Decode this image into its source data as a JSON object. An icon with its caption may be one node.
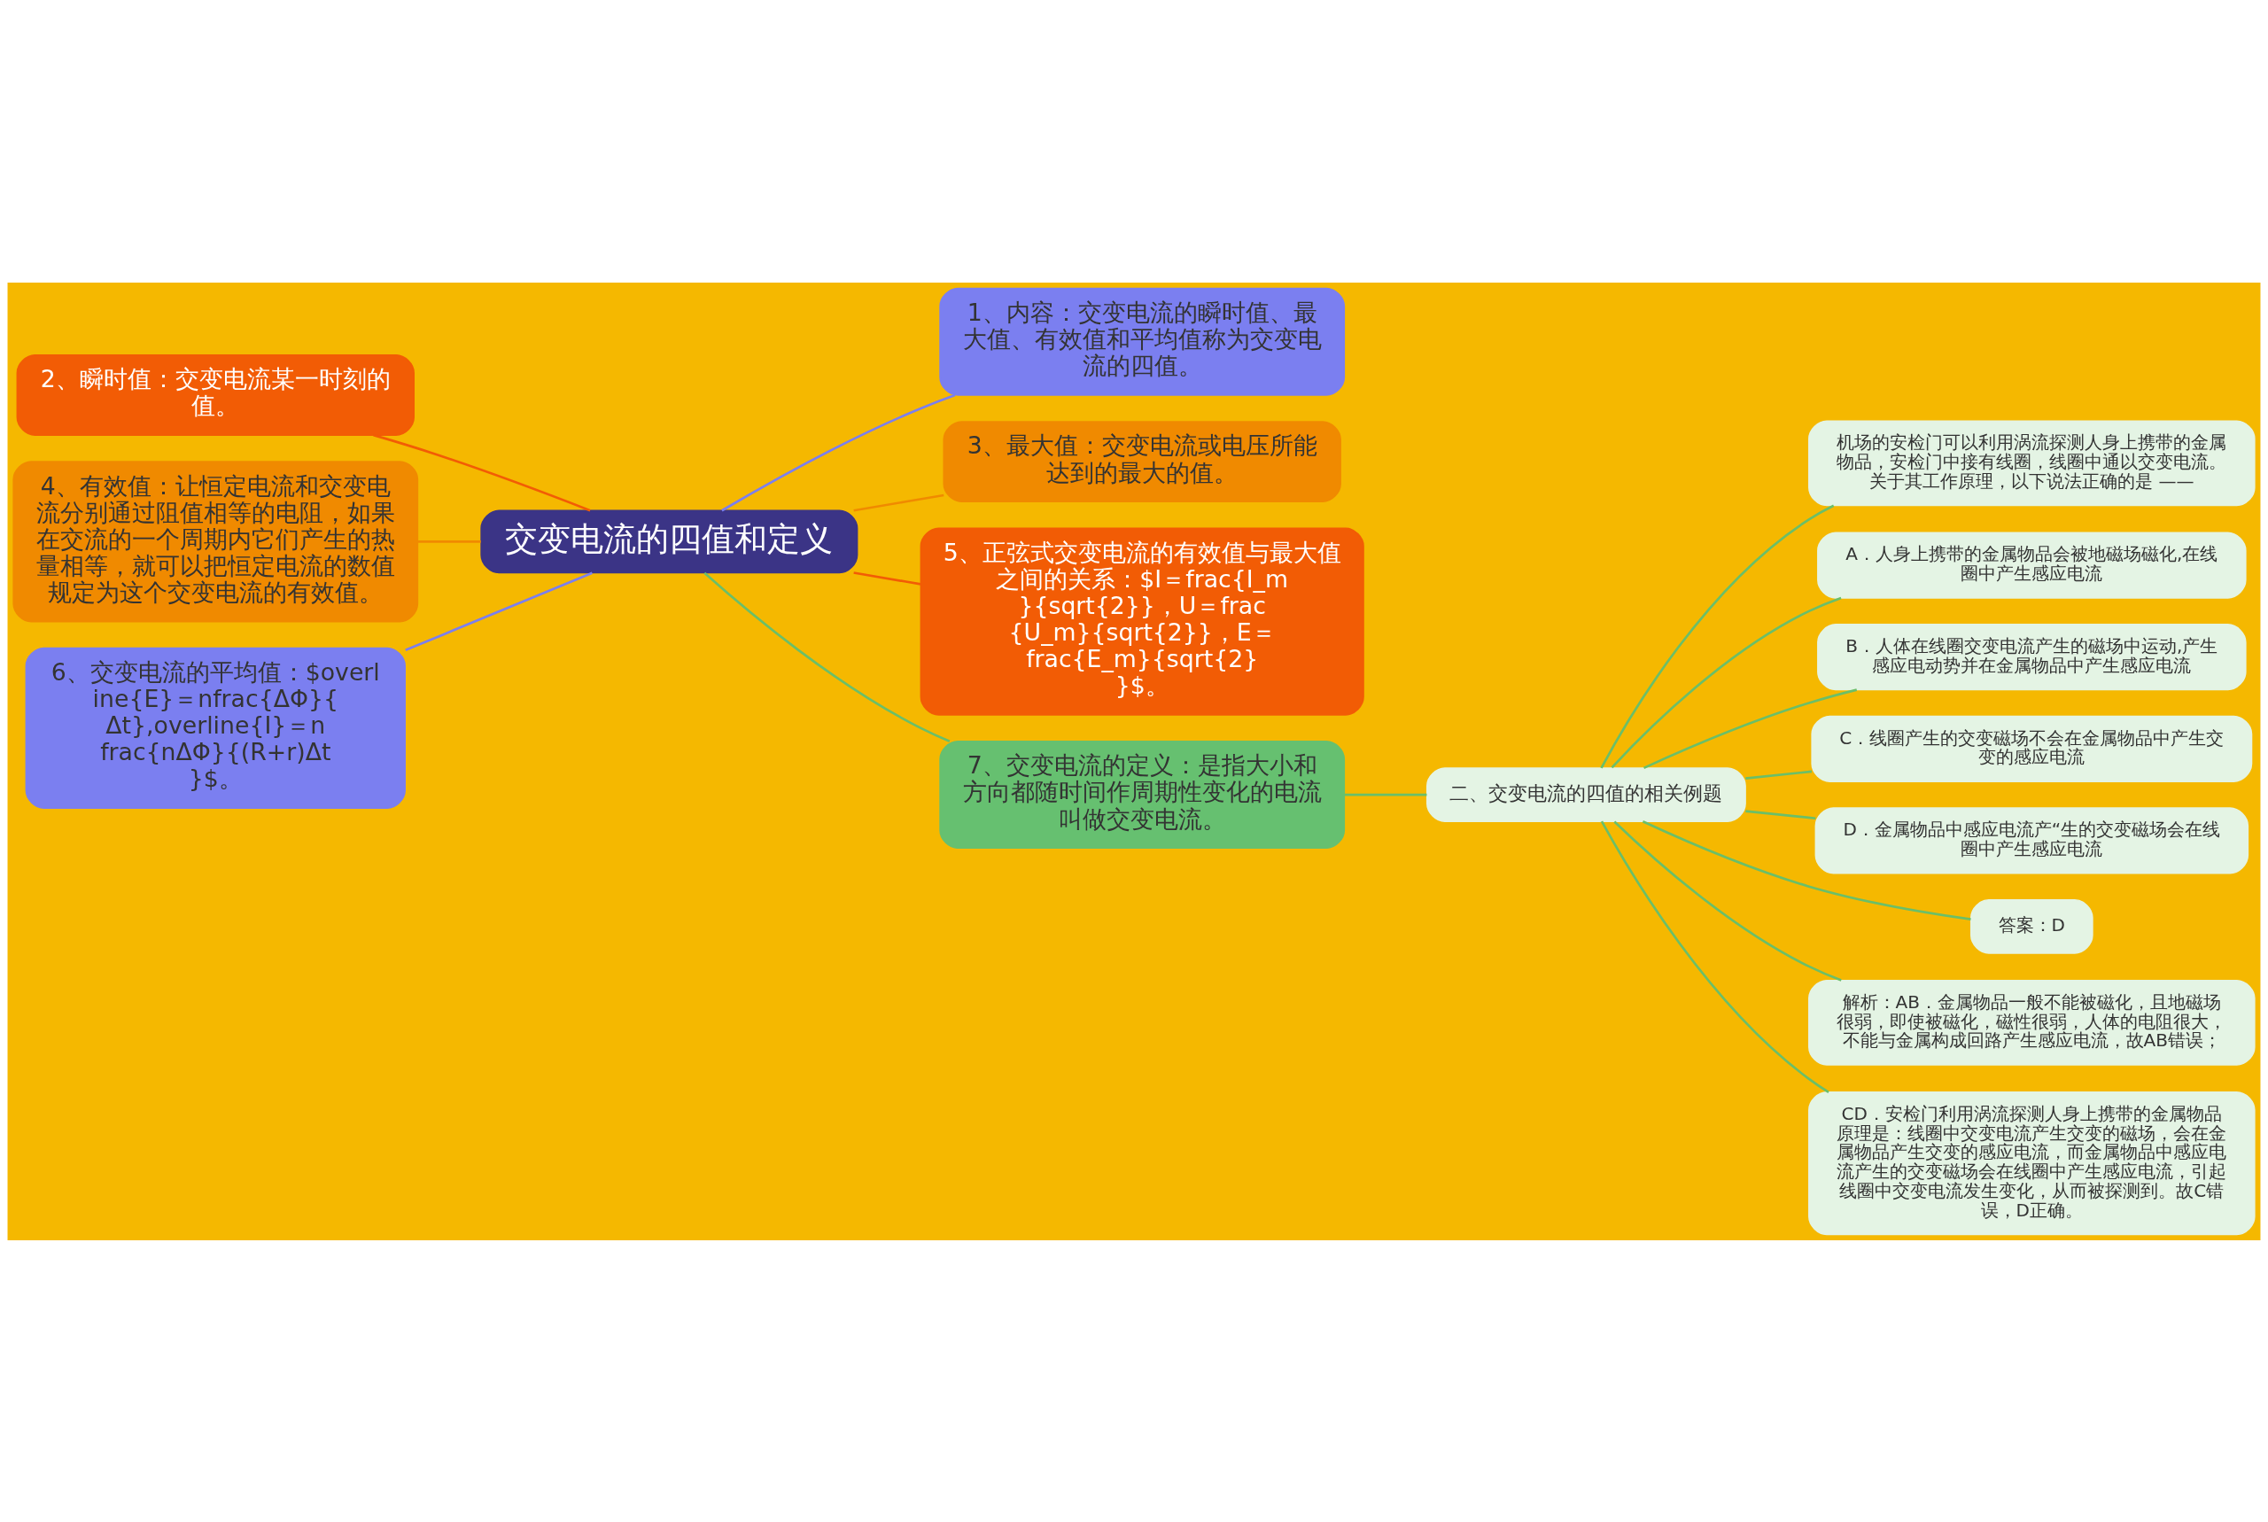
{
  "diagram": {
    "nodes": [
      {
        "text": [
          "交变电流的四值和定义"
        ]
      },
      {
        "text": [
          "1、内容：交变电流的瞬时值、最大值、有效值和平均值称为交变电流的四值。"
        ]
      },
      {
        "text": [
          "3、最大值：交变电流或电压所能达到的最大的值。"
        ]
      },
      {
        "text": [
          "5、正弦式交变电流的有效值与最大值之间的关系：$I＝frac{I_m}{sqrt{2}}，U＝frac{U_m}{sqrt{2}}，E＝frac{E_m}{sqrt{2}}$。"
        ]
      },
      {
        "text": [
          "2、瞬时值：交变电流某一时刻的值。"
        ]
      },
      {
        "text": [
          "4、有效值：让恒定电流和交变电流分别通过阻值相等的电阻，如果在交流的一个周期内它们产生的热量相等，就可以把恒定电流的数值规定为这个交变电流的有效值。"
        ]
      },
      {
        "text": [
          "6、交变电流的平均值：$overline{E}＝nfrac{ΔΦ}{Δt},overline{I}＝nfrac{nΔΦ}{(R+r)Δt}$。"
        ]
      },
      {
        "text": [
          "7、交变电流的定义：是指大小和方向都随时间作周期性变化的电流叫做交变电流。"
        ]
      },
      {
        "text": [
          "二、交变电流的四值的相关例题"
        ]
      },
      {
        "text": [
          "机场的安检门可以利用涡流探测人身上携带的金属物品，安检门中接有线圈，线圈中通以交变电流。关于其工作原理，以下说法正确的是 ——"
        ]
      },
      {
        "text": [
          "A．人身上携带的金属物品会被地磁场磁化,在线圈中产生感应电流"
        ]
      },
      {
        "text": [
          "B．人体在线圈交变电流产生的磁场中运动,产生感应电动势并在金属物品中产生感应电流"
        ]
      },
      {
        "text": [
          "C．线圈产生的交变磁场不会在金属物品中产生交变的感应电流"
        ]
      },
      {
        "text": [
          "D．金属物品中感应电流产“生的交变磁场会在线圈中产生感应电流"
        ]
      },
      {
        "text": [
          "答案：D"
        ]
      },
      {
        "text": [
          "解析：AB．金属物品一般不能被磁化，且地磁场很弱，即使被磁化，磁性很弱，人体的电阻很大，不能与金属构成回路产生感应电流，故AB错误；"
        ]
      },
      {
        "text": [
          "CD．安检门利用涡流探测人身上携带的金属物品原理是：线圈中交变电流产生交变的磁场，会在金属物品产生交变的感应电流，而金属物品中感应电流产生的交变磁场会在线圈中产生感应电流，引起线圈中交变电流发生变化，从而被探测到。故C错误，D正确。"
        ]
      }
    ],
    "edges": [
      {
        "from": 0,
        "to": 1,
        "arrow": "none",
        "color": "#7b7ff0"
      },
      {
        "from": 0,
        "to": 2,
        "arrow": "none",
        "color": "#f08a00"
      },
      {
        "from": 0,
        "to": 3,
        "arrow": "none",
        "color": "#f25c05"
      },
      {
        "from": 0,
        "to": 4,
        "arrow": "none",
        "color": "#f25c05"
      },
      {
        "from": 0,
        "to": 5,
        "arrow": "none",
        "color": "#f08a00"
      },
      {
        "from": 0,
        "to": 6,
        "arrow": "none",
        "color": "#7b7ff0"
      },
      {
        "from": 0,
        "to": 7,
        "arrow": "none"
      },
      {
        "from": 7,
        "to": 8,
        "arrow": "none"
      },
      {
        "from": 8,
        "to": 9,
        "arrow": "none"
      },
      {
        "from": 8,
        "to": 10,
        "arrow": "none"
      },
      {
        "from": 8,
        "to": 11,
        "arrow": "none"
      },
      {
        "from": 8,
        "to": 12,
        "arrow": "none"
      },
      {
        "from": 8,
        "to": 13,
        "arrow": "none"
      },
      {
        "from": 8,
        "to": 14,
        "arrow": "none"
      },
      {
        "from": 8,
        "to": 15,
        "arrow": "none"
      },
      {
        "from": 8,
        "to": 16,
        "arrow": "none"
      }
    ]
  }
}
